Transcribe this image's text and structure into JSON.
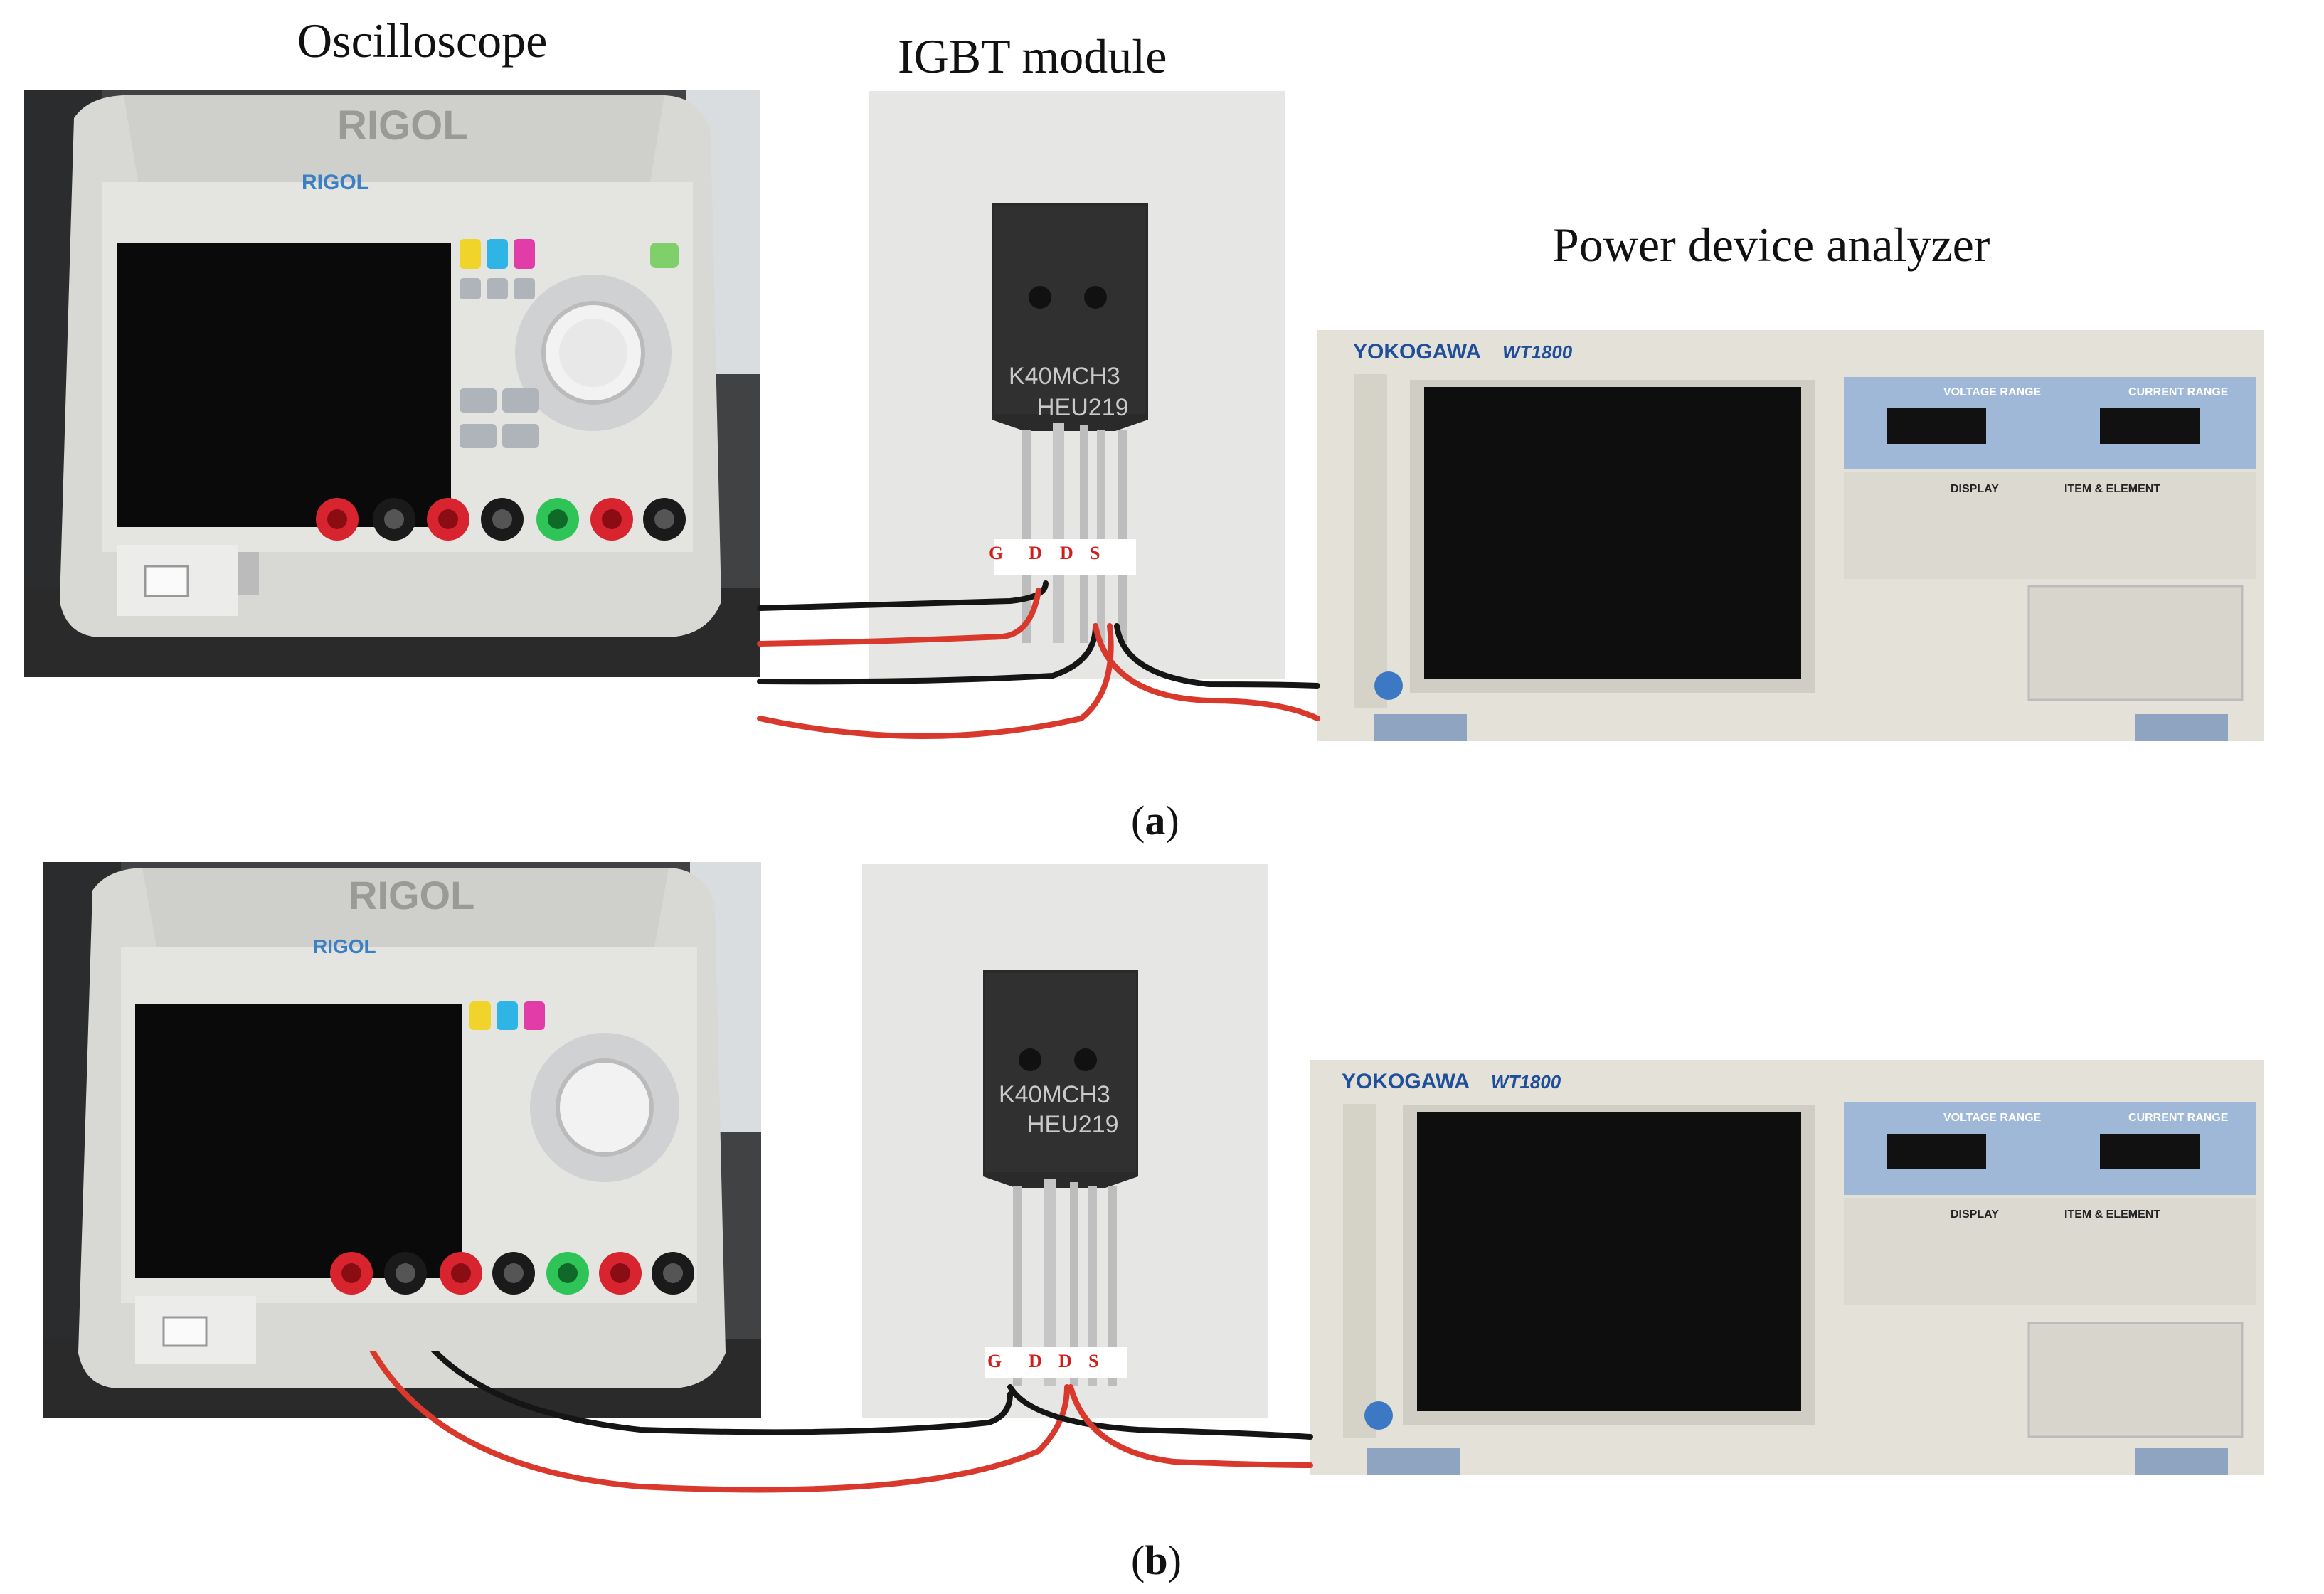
{
  "headings": {
    "oscilloscope": "Oscilloscope",
    "igbt": "IGBT module",
    "analyzer": "Power device analyzer"
  },
  "captions": {
    "a_open": "(",
    "a_letter": "a",
    "a_close": ")",
    "b_open": "(",
    "b_letter": "b",
    "b_close": ")"
  },
  "photo_text": {
    "scope_brand_top": "RIGOL",
    "scope_brand": "RIGOL",
    "chip_line1": "K40MCH3",
    "chip_line2": "HEU219",
    "analyzer_brand": "YOKOGAWA",
    "analyzer_model": "WT1800",
    "voltage_range": "VOLTAGE RANGE",
    "current_range": "CURRENT RANGE",
    "display": "DISPLAY",
    "item_element": "ITEM & ELEMENT"
  },
  "terminal_labels_a": [
    "G",
    "D",
    "D",
    "S"
  ],
  "terminal_labels_b": [
    "G",
    "D",
    "D",
    "S"
  ],
  "colors": {
    "wire_red": "#d9382c",
    "wire_black": "#151515",
    "label_red": "#d0201c",
    "scope_body": "#dcdcd8",
    "analyzer_body": "#e6e4da",
    "analyzer_panel": "#9fb8d8"
  }
}
